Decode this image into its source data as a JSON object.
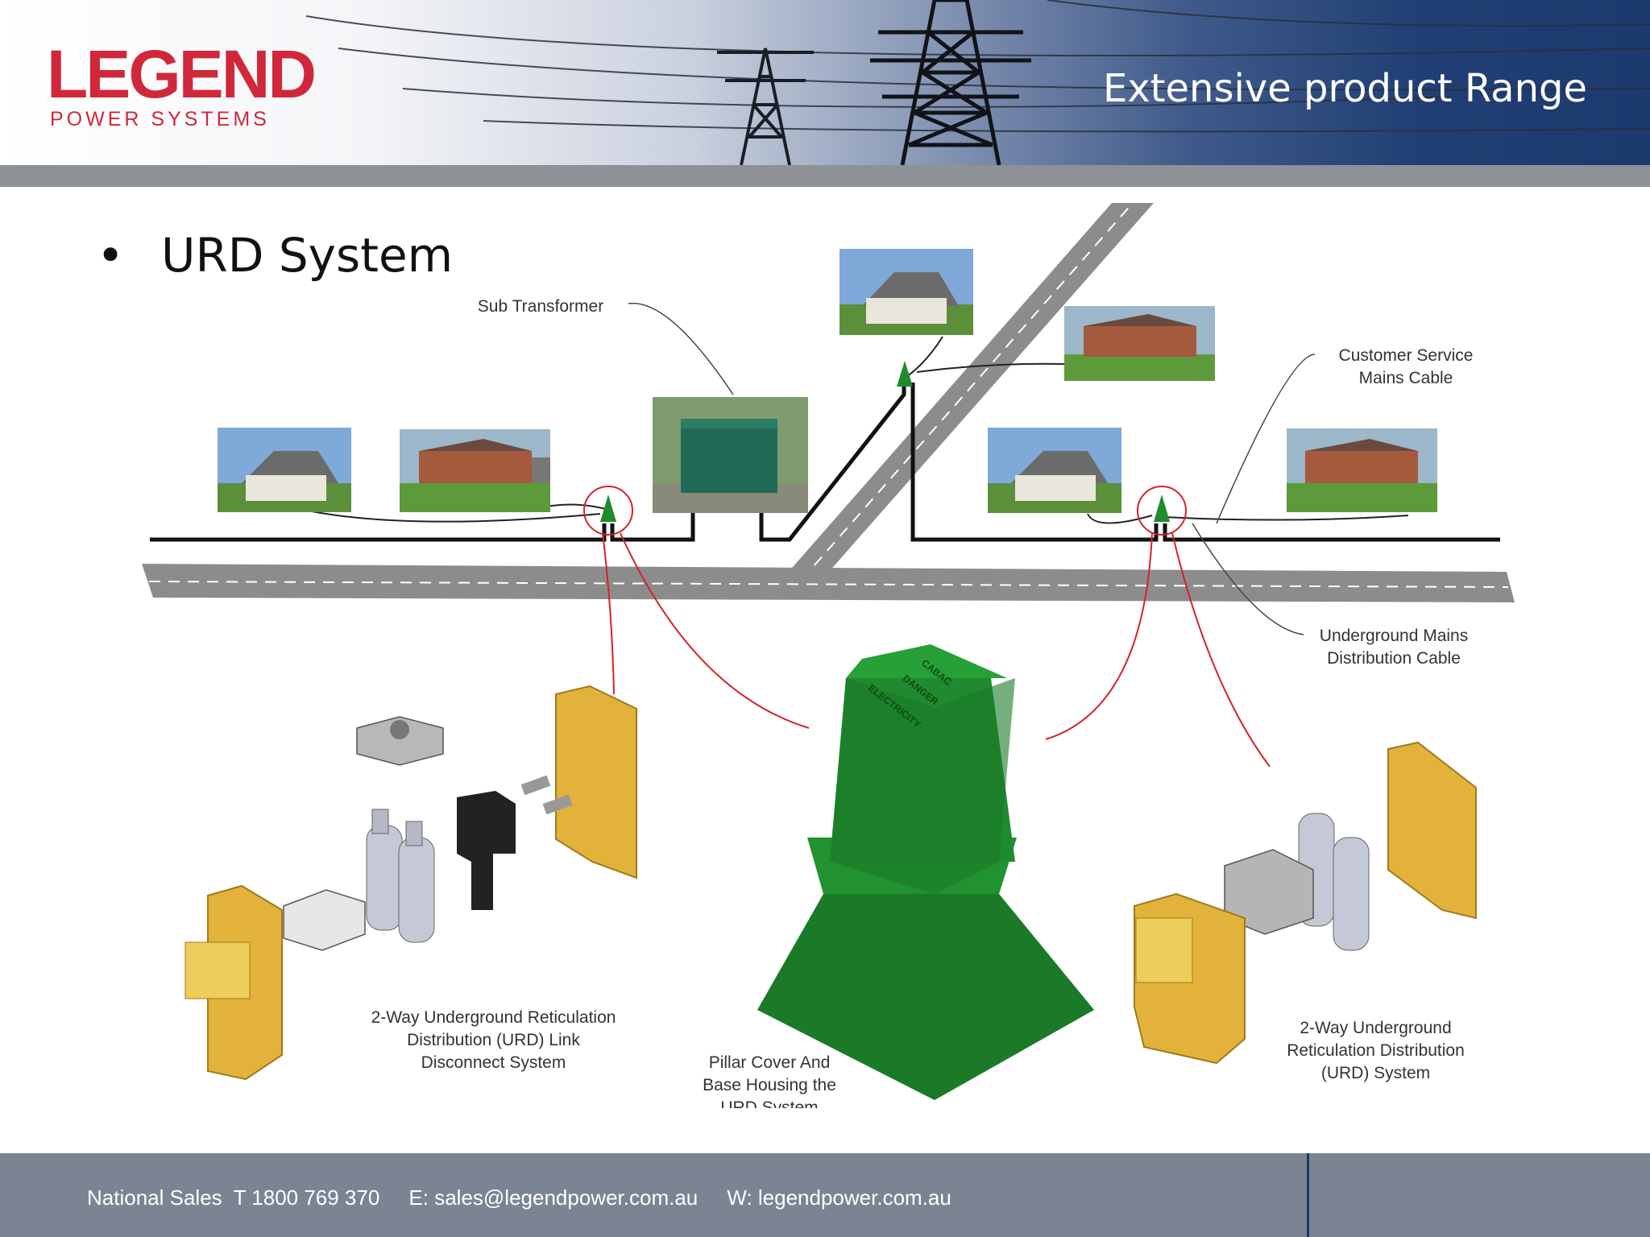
{
  "header": {
    "logo_main": "LEGEND",
    "logo_sub": "POWER SYSTEMS",
    "title": "Extensive product Range"
  },
  "slide": {
    "bullet": "•",
    "bullet_text": "URD System"
  },
  "labels": {
    "sub_transformer": "Sub Transformer",
    "customer_service_1": "Customer Service",
    "customer_service_2": "Mains Cable",
    "underground_mains_1": "Underground Mains",
    "underground_mains_2": "Distribution Cable",
    "link_disconnect_1": "2-Way Underground Reticulation",
    "link_disconnect_2": "Distribution (URD) Link",
    "link_disconnect_3": "Disconnect System",
    "pillar_1": "Pillar Cover And",
    "pillar_2": "Base Housing the",
    "pillar_3": "URD System",
    "urd_system_1": "2-Way Underground",
    "urd_system_2": "Reticulation Distribution",
    "urd_system_3": "(URD) System",
    "pillar_lid_1": "CABAC",
    "pillar_lid_2": "DANGER",
    "pillar_lid_3": "ELECTRICITY"
  },
  "colors": {
    "brand_red": "#d0283a",
    "header_blue": "#1c3a6e",
    "pillar_green": "#1f8a2e",
    "connector_gold": "#e2b23a",
    "highlight_red": "#d2232a"
  },
  "footer": {
    "text": "National Sales  T 1800 769 370     E: sales@legendpower.com.au     W: legendpower.com.au"
  }
}
